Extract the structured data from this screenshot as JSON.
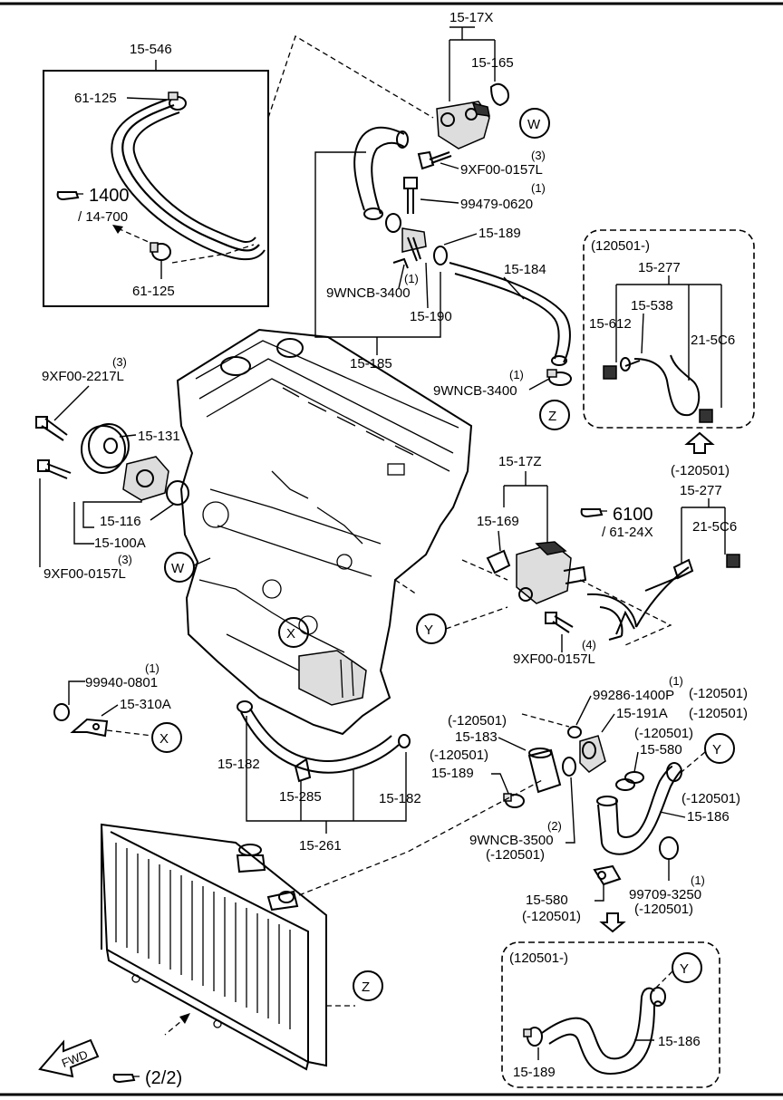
{
  "labels": {
    "p15_546": "15-546",
    "p61_125_top": "61-125",
    "ref1400": "1400",
    "ref14_700": "/ 14-700",
    "p61_125_bot": "61-125",
    "p15_17x": "15-17X",
    "p15_165": "15-165",
    "qty3_a": "(3)",
    "p9xf00_0157l_a": "9XF00-0157L",
    "qty1_a": "(1)",
    "p99479_0620": "99479-0620",
    "p15_189_a": "15-189",
    "p15_184": "15-184",
    "qty1_b": "(1)",
    "p9wncb_3400_a": "9WNCB-3400",
    "p15_190": "15-190",
    "p15_185": "15-185",
    "qty1_c": "(1)",
    "p9wncb_3400_b": "9WNCB-3400",
    "box1_title": "(120501-)",
    "p15_277_a": "15-277",
    "p15_538": "15-538",
    "p15_612": "15-612",
    "p21_5c6_a": "21-5C6",
    "qty3_b": "(3)",
    "p9xf00_2217l": "9XF00-2217L",
    "p15_131": "15-131",
    "p15_116": "15-116",
    "p15_100a": "15-100A",
    "qty3_c": "(3)",
    "p9xf00_0157l_b": "9XF00-0157L",
    "p15_17z": "15-17Z",
    "p15_169": "15-169",
    "ref6100": "6100",
    "ref61_24x": "/ 61-24X",
    "date_120501_a": "(-120501)",
    "p15_277_b": "15-277",
    "p21_5c6_b": "21-5C6",
    "qty4": "(4)",
    "p9xf00_0157l_c": "9XF00-0157L",
    "qty1_d": "(1)",
    "p99940_0801": "99940-0801",
    "p15_310a": "15-310A",
    "qty1_e": "(1)",
    "p99286_1400p": "99286-1400P",
    "date_120501_b": "(-120501)",
    "p15_191a": "15-191A",
    "date_120501_c": "(-120501)",
    "date_120501_d": "(-120501)",
    "p15_183": "15-183",
    "date_120501_e": "(-120501)",
    "p15_580_a": "15-580",
    "date_120501_f": "(-120501)",
    "p15_189_b": "15-189",
    "date_120501_g": "(-120501)",
    "p15_186_a": "15-186",
    "p15_182_a": "15-182",
    "p15_285": "15-285",
    "p15_182_b": "15-182",
    "p15_261": "15-261",
    "qty2": "(2)",
    "p9wncb_3500": "9WNCB-3500",
    "date_120501_h": "(-120501)",
    "qty1_f": "(1)",
    "p99709_3250": "99709-3250",
    "date_120501_i": "(-120501)",
    "p15_580_b": "15-580",
    "date_120501_j": "(-120501)",
    "box2_title": "(120501-)",
    "p15_186_b": "15-186",
    "p15_189_c": "15-189",
    "ref_page": "(2/2)",
    "fwd": "FWD",
    "callout_w1": "W",
    "callout_w2": "W",
    "callout_z1": "Z",
    "callout_z2": "Z",
    "callout_x1": "X",
    "callout_x2": "X",
    "callout_y1": "Y",
    "callout_y2": "Y",
    "callout_y3": "Y"
  },
  "icons": {
    "reference": "pointing-hand-icon",
    "direction": "fwd-arrow-icon",
    "variant": "hollow-down-arrow-icon"
  }
}
